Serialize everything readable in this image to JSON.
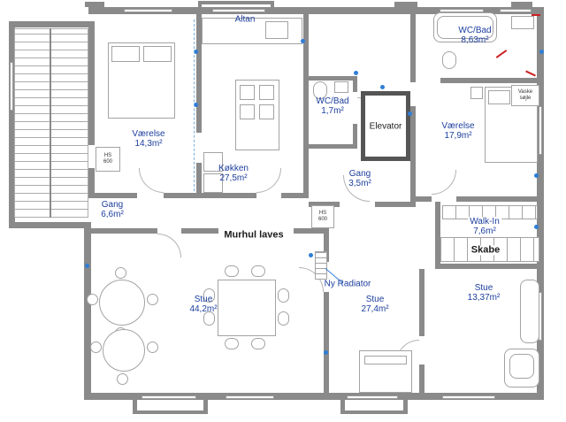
{
  "plan": {
    "rooms": [
      {
        "id": "altan",
        "name": "Altan",
        "area": ""
      },
      {
        "id": "vaerelse1",
        "name": "Værelse",
        "area": "14,3m²"
      },
      {
        "id": "koekken",
        "name": "Køkken",
        "area": "27,5m²"
      },
      {
        "id": "wcbad1",
        "name": "WC/Bad",
        "area": "1,7m²"
      },
      {
        "id": "elevator",
        "name": "Elevator",
        "area": ""
      },
      {
        "id": "gang35",
        "name": "Gang",
        "area": "3,5m²"
      },
      {
        "id": "wcbad2",
        "name": "WC/Bad",
        "area": "8,63m²"
      },
      {
        "id": "vaerelse2",
        "name": "Værelse",
        "area": "17,9m²"
      },
      {
        "id": "gang66",
        "name": "Gang",
        "area": "6,6m²"
      },
      {
        "id": "walkin",
        "name": "Walk-In",
        "area": "7,6m²"
      },
      {
        "id": "skabe",
        "name": "Skabe",
        "area": ""
      },
      {
        "id": "stue1",
        "name": "Stue",
        "area": "44,2m²"
      },
      {
        "id": "stue2",
        "name": "Stue",
        "area": "27,4m²"
      },
      {
        "id": "stue3",
        "name": "Stue",
        "area": "13,37m²"
      }
    ],
    "annotations": {
      "murhul": "Murhul laves",
      "ny_radiator": "Ny Radiator",
      "hs600": {
        "line1": "HS",
        "line2": "600"
      },
      "vaske": {
        "line1": "Vaske",
        "line2": "søjle"
      }
    },
    "colors": {
      "wall": "#8a8a8a",
      "furniture_outline": "#a3a3a3",
      "label_blue": "#1c3e9e",
      "label_black": "#1a1a1a",
      "symbol_blue": "#2f7ed8",
      "mark_red": "#cc2222"
    }
  }
}
